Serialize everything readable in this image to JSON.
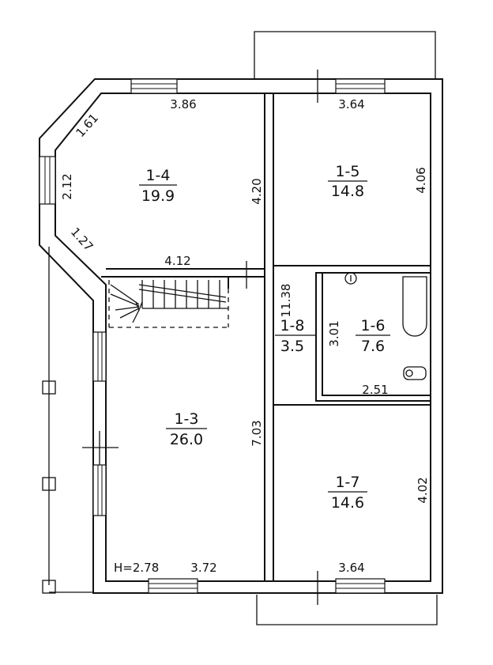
{
  "rooms": [
    {
      "id": "1-4",
      "area": "19.9"
    },
    {
      "id": "1-5",
      "area": "14.8"
    },
    {
      "id": "1-6",
      "area": "7.6"
    },
    {
      "id": "1-8",
      "area": "3.5"
    },
    {
      "id": "1-3",
      "area": "26.0"
    },
    {
      "id": "1-7",
      "area": "14.6"
    }
  ],
  "dimensions": {
    "r14_top": "3.86",
    "r14_diag_top": "1.61",
    "r14_left": "2.12",
    "r14_diag_bottom": "1.27",
    "r14_right": "4.20",
    "r14_bottom": "4.12",
    "r15_top": "3.64",
    "r15_right": "4.06",
    "r16_left": "3.01",
    "r16_bottom": "2.51",
    "corridor_total": "11.38",
    "r13_right": "7.03",
    "r13_height": "H=2.78",
    "r13_bottom": "3.72",
    "r17_bottom": "3.64",
    "r17_right": "4.02"
  }
}
